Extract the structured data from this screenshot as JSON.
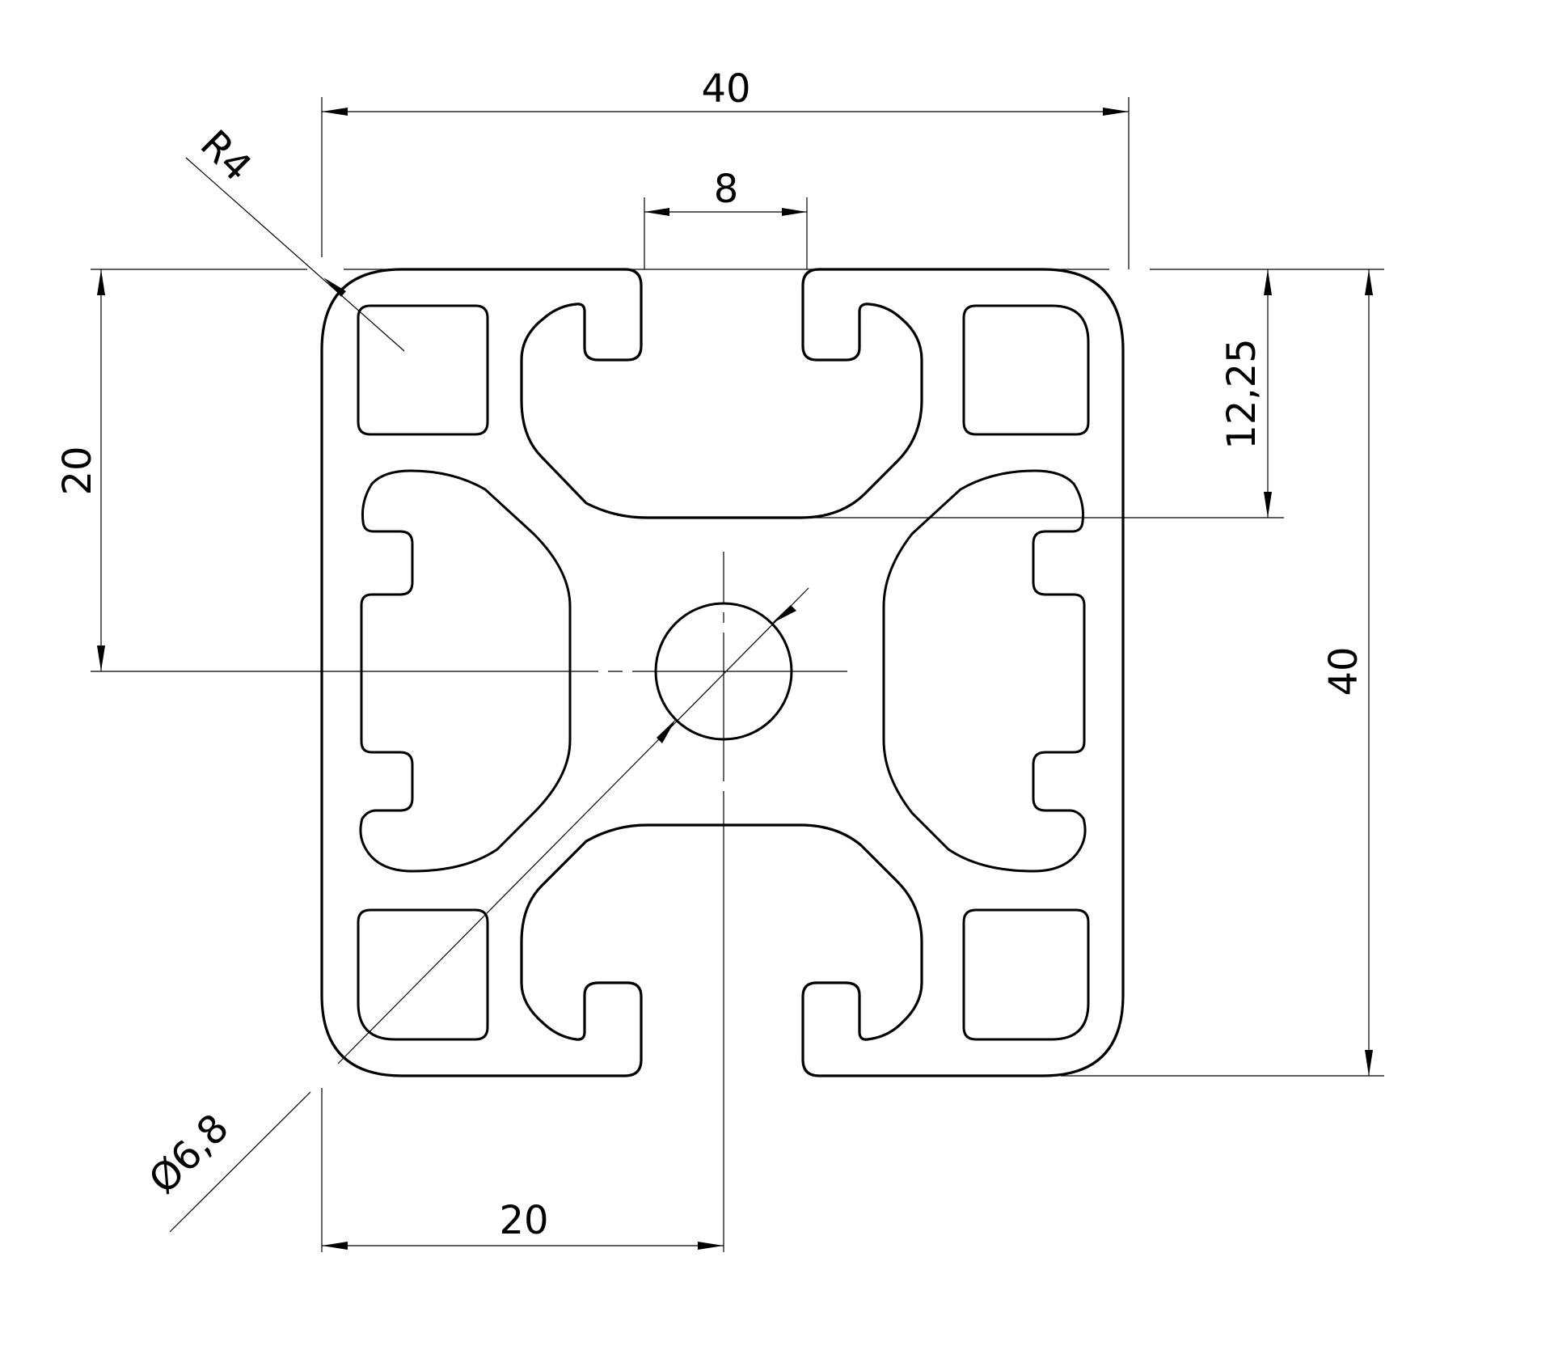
{
  "drawing": {
    "dimensions": {
      "overall_width": "40",
      "slot_width": "8",
      "corner_radius": "R4",
      "overall_height": "40",
      "half_height": "20",
      "slot_depth": "12,25",
      "half_width": "20",
      "bore_diameter": "Ø6,8"
    }
  }
}
